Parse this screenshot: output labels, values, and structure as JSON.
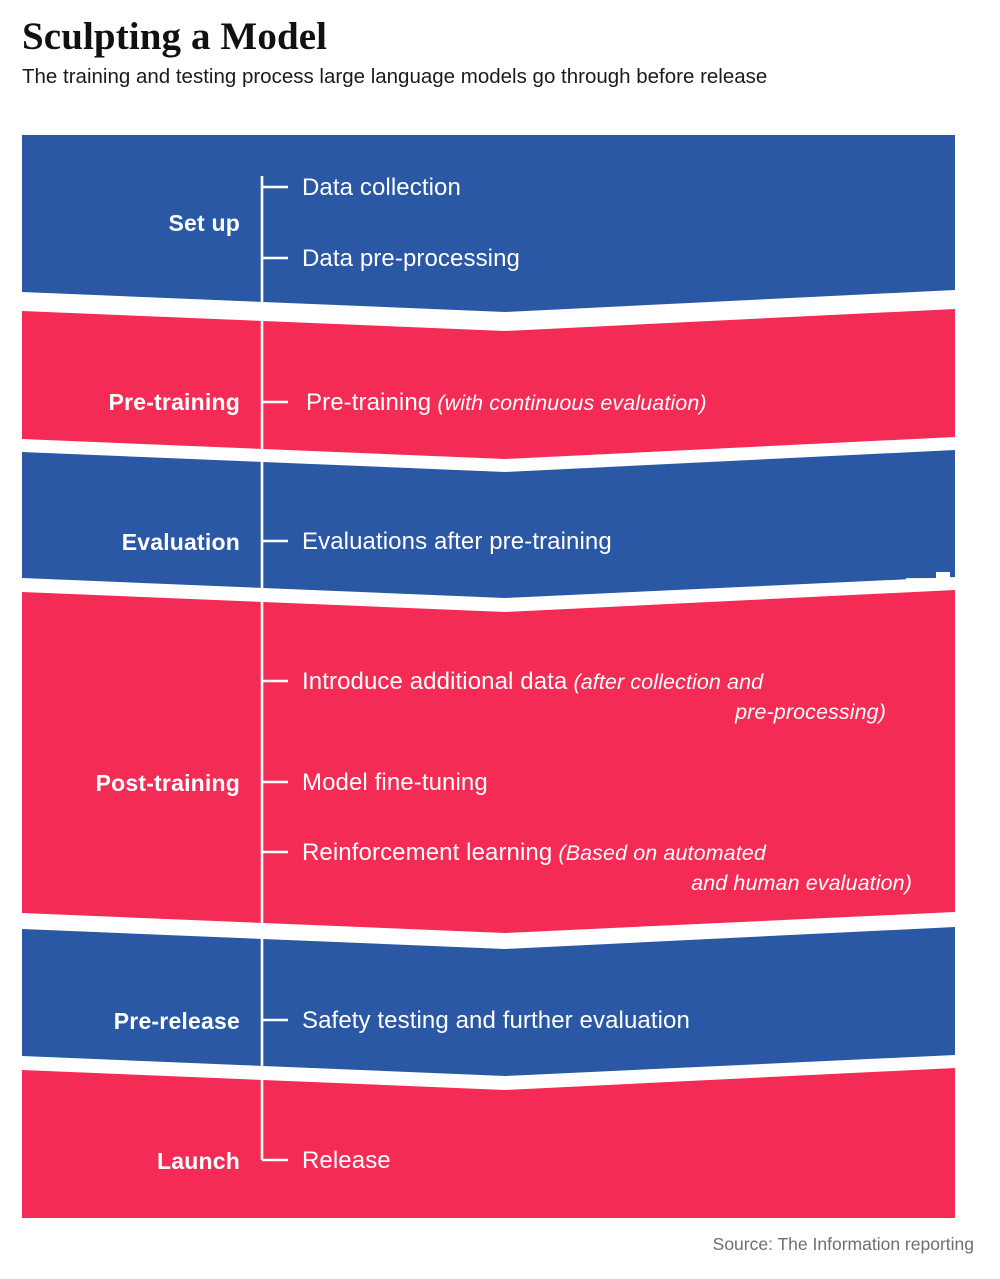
{
  "header": {
    "title": "Sculpting a Model",
    "subtitle": "The training and testing process large language models go through before release"
  },
  "colors": {
    "blue": "#2a58a5",
    "red": "#f42b55",
    "text_on_band": "#ffffff",
    "page_background": "#ffffff",
    "source_text": "#6f6f6f",
    "title_text": "#111111"
  },
  "chart_data": {
    "type": "diagram",
    "subtype": "chevron-funnel",
    "title": "Sculpting a Model",
    "subtitle": "The training and testing process large language models go through before release",
    "orientation": "vertical",
    "bands": [
      {
        "stage": "Set up",
        "color": "#2a58a5",
        "steps": [
          {
            "main": "Data collection",
            "note": ""
          },
          {
            "main": "Data pre-processing",
            "note": ""
          }
        ]
      },
      {
        "stage": "Pre-training",
        "color": "#f42b55",
        "steps": [
          {
            "main": "Pre-training",
            "note": "(with continuous evaluation)"
          }
        ]
      },
      {
        "stage": "Evaluation",
        "color": "#2a58a5",
        "steps": [
          {
            "main": "Evaluations after pre-training",
            "note": ""
          }
        ]
      },
      {
        "stage": "Post-training",
        "color": "#f42b55",
        "steps": [
          {
            "main": "Introduce additional data",
            "note": "(after collection and",
            "note2": "pre-processing)"
          },
          {
            "main": "Model fine-tuning",
            "note": ""
          },
          {
            "main": "Reinforcement learning",
            "note": "(Based on automated",
            "note2": "and human evaluation)"
          }
        ]
      },
      {
        "stage": "Pre-release",
        "color": "#2a58a5",
        "steps": [
          {
            "main": "Safety testing and further evaluation",
            "note": ""
          }
        ]
      },
      {
        "stage": "Launch",
        "color": "#f42b55",
        "steps": [
          {
            "main": "Release",
            "note": ""
          }
        ]
      }
    ]
  },
  "footer": {
    "source": "Source: The Information reporting"
  }
}
